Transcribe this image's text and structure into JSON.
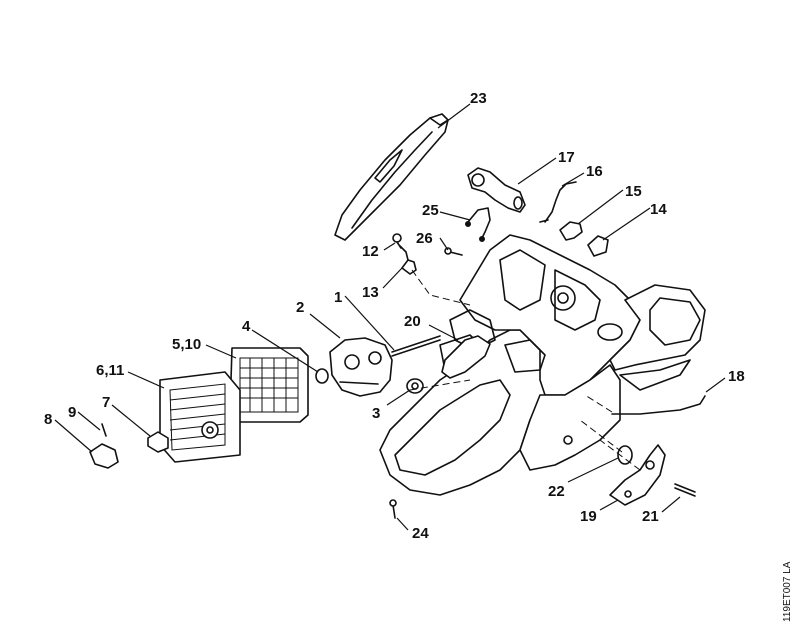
{
  "callouts": {
    "c1": "1",
    "c2": "2",
    "c3": "3",
    "c4": "4",
    "c510": "5,10",
    "c611": "6,11",
    "c7": "7",
    "c8": "8",
    "c9": "9",
    "c12": "12",
    "c13": "13",
    "c14": "14",
    "c15": "15",
    "c16": "16",
    "c17": "17",
    "c18": "18",
    "c19": "19",
    "c20": "20",
    "c21": "21",
    "c22": "22",
    "c23": "23",
    "c24": "24",
    "c25": "25",
    "c26": "26"
  },
  "drawing_code": "119ET007 LA"
}
